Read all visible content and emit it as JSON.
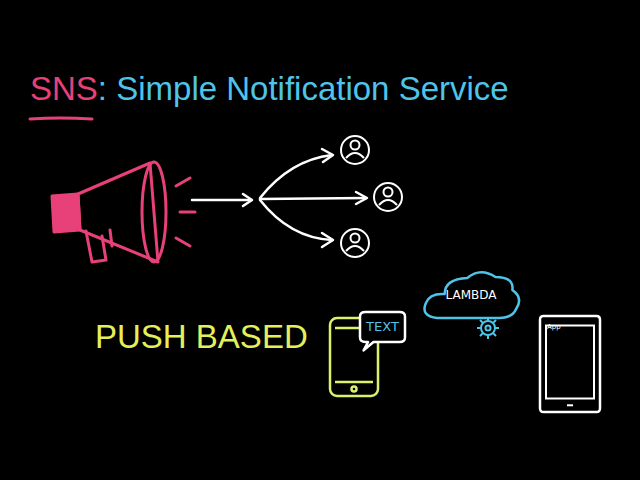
{
  "diagram": {
    "nodes": [
      {
        "text": [
          "TEXT"
        ]
      },
      {
        "text": [
          "LAMBDA"
        ]
      },
      {
        "text": [
          "App"
        ]
      }
    ],
    "labels": [
      "SNS",
      ": Simple Notification Service",
      "PUSH BASED"
    ]
  }
}
